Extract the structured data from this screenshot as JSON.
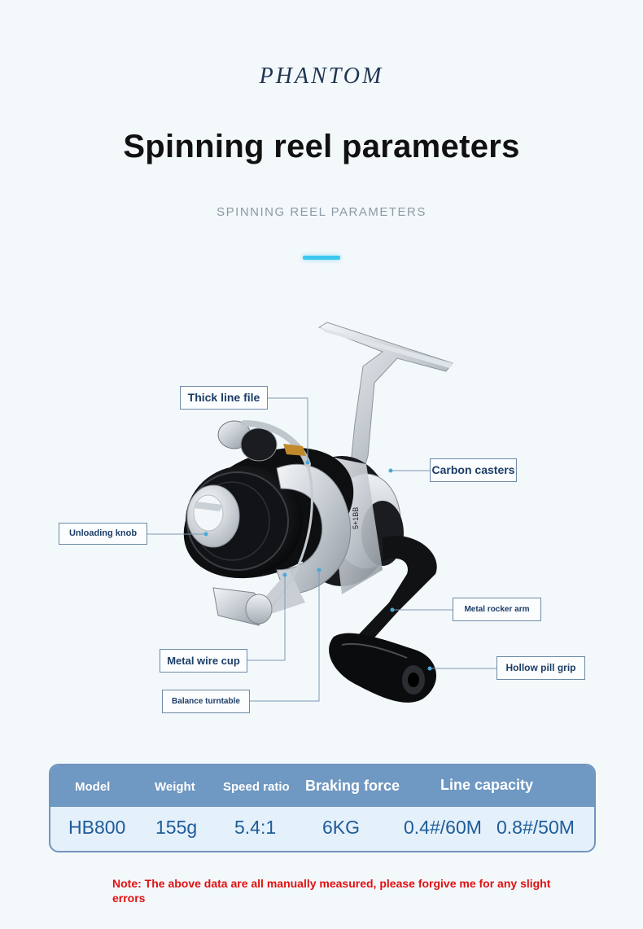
{
  "brand": "PHANTOM",
  "title": "Spinning reel parameters",
  "subtitle": "SPINNING REEL PARAMETERS",
  "callouts": {
    "thick_line_file": "Thick line file",
    "carbon_casters": "Carbon casters",
    "unloading_knob": "Unloading knob",
    "metal_rocker_arm": "Metal rocker arm",
    "metal_wire_cup": "Metal wire cup",
    "hollow_pill_grip": "Hollow pill grip",
    "balance_turntable": "Balance turntable"
  },
  "reel_markings": {
    "ratio": "5+1BB"
  },
  "table": {
    "headers": [
      "Model",
      "Weight",
      "Speed ratio",
      "Braking force",
      "Line capacity"
    ],
    "row": {
      "model": "HB800",
      "weight": "155g",
      "speed_ratio": "5.4:1",
      "braking_force": "6KG",
      "line_capacity_1": "0.4#/60M",
      "line_capacity_2": "0.8#/50M"
    }
  },
  "note": "Note: The above data are all manually measured, please forgive me for any slight errors",
  "colors": {
    "background": "#f3f8fb",
    "accent_bar": "#3cc7f0",
    "table_header": "#6f98c2",
    "table_body": "#e4f0fa",
    "note_text": "#e11010",
    "callout_text": "#1c3d66"
  }
}
